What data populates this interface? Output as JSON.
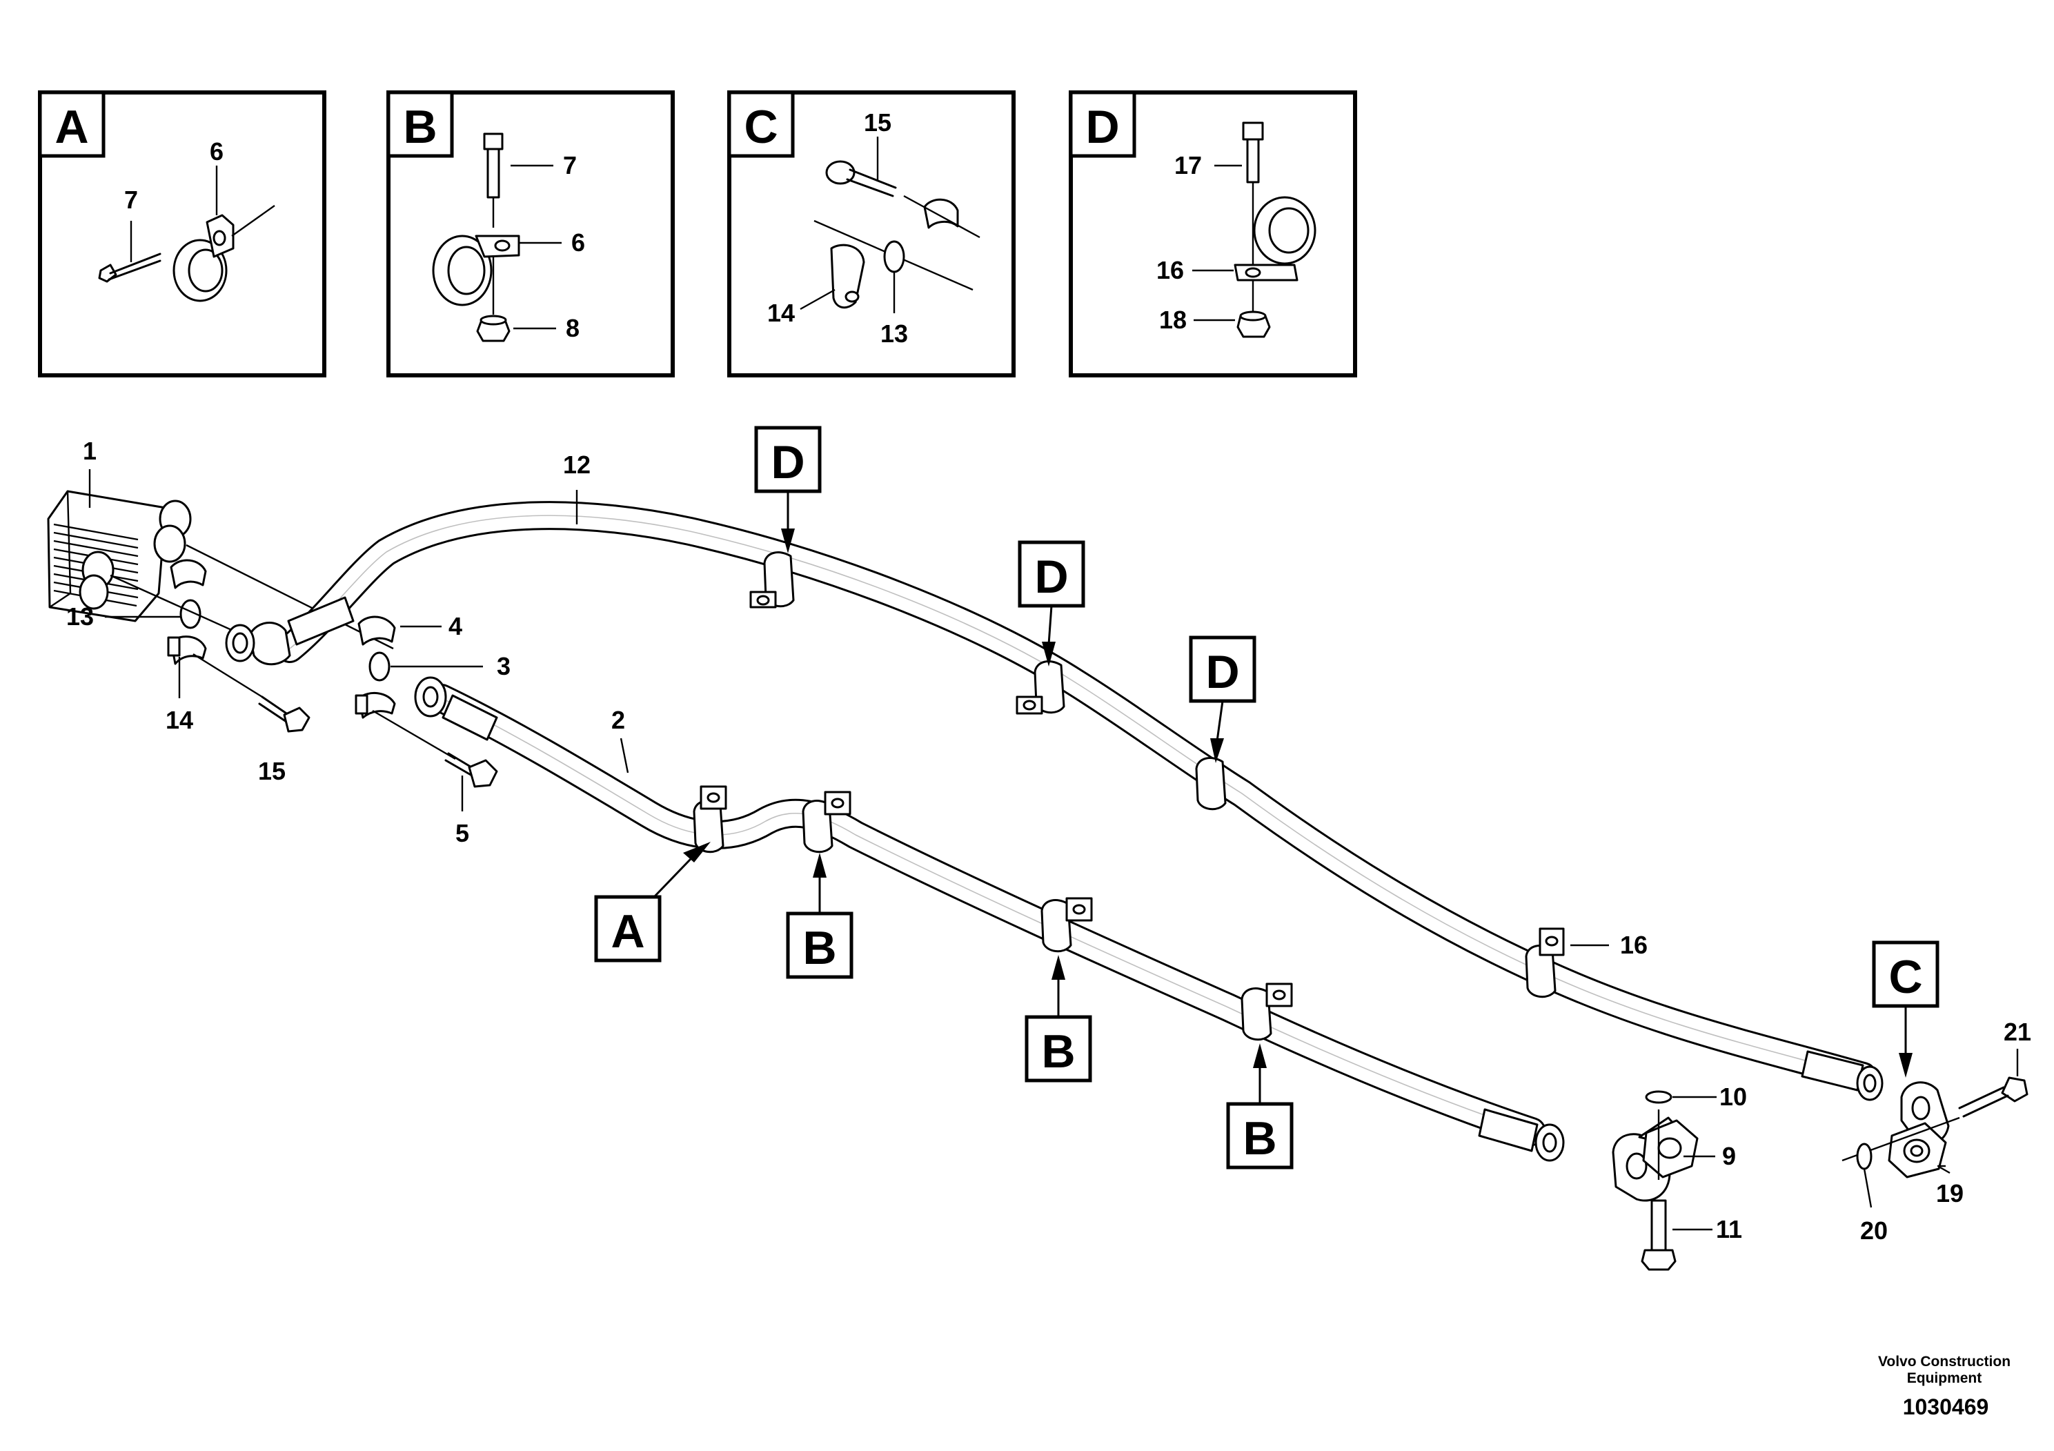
{
  "detail_panels": [
    {
      "letter": "A",
      "callouts": [
        "7",
        "6"
      ]
    },
    {
      "letter": "B",
      "callouts": [
        "7",
        "6",
        "8"
      ]
    },
    {
      "letter": "C",
      "callouts": [
        "15",
        "14",
        "13"
      ]
    },
    {
      "letter": "D",
      "callouts": [
        "17",
        "16",
        "18"
      ]
    }
  ],
  "clamp_refs": [
    "D",
    "D",
    "D",
    "A",
    "B",
    "B",
    "B",
    "C"
  ],
  "part_numbers": [
    "1",
    "12",
    "13",
    "4",
    "3",
    "14",
    "15",
    "5",
    "2",
    "16",
    "10",
    "9",
    "11",
    "21",
    "19",
    "20"
  ],
  "footer": {
    "brand_line1": "Volvo Construction",
    "brand_line2": "Equipment",
    "drawing_number": "1030469"
  }
}
